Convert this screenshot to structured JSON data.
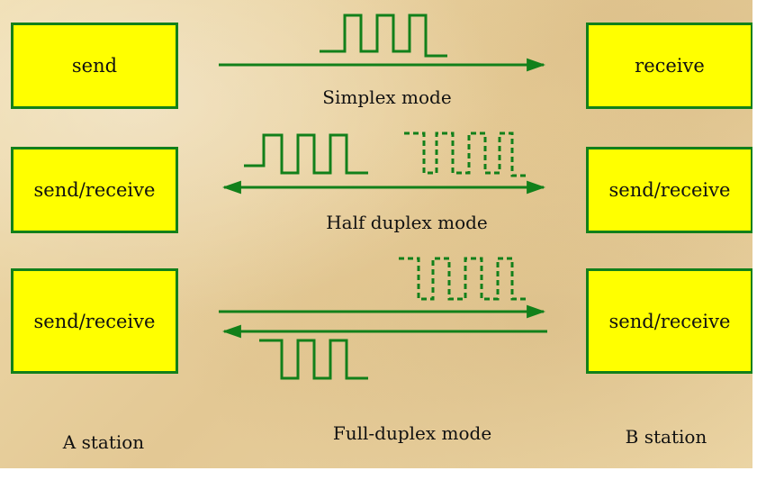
{
  "rows": [
    {
      "left": "send",
      "right": "receive",
      "mode": "Simplex mode"
    },
    {
      "left": "send/receive",
      "right": "send/receive",
      "mode": "Half duplex mode"
    },
    {
      "left": "send/receive",
      "right": "send/receive",
      "mode": "Full-duplex mode"
    }
  ],
  "stations": {
    "left": "A station",
    "right": "B station"
  },
  "colors": {
    "box_fill": "#ffff00",
    "line": "#12801a",
    "background": "#e8d2a0"
  }
}
